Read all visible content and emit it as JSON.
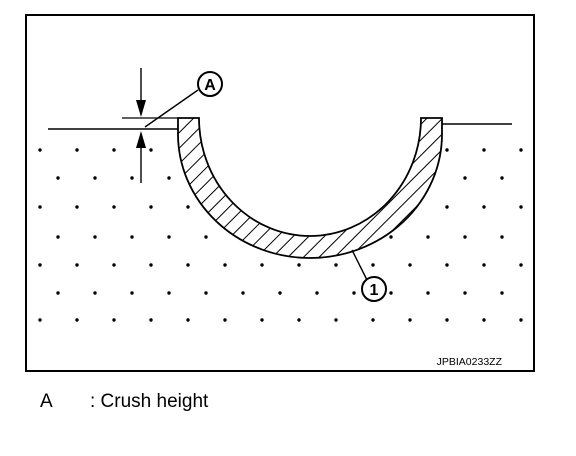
{
  "figure": {
    "image_code": "JPBIA0233ZZ",
    "callout_a": "A",
    "callout_1": "1"
  },
  "legend": [
    {
      "key": "A",
      "description": ": Crush height"
    }
  ]
}
